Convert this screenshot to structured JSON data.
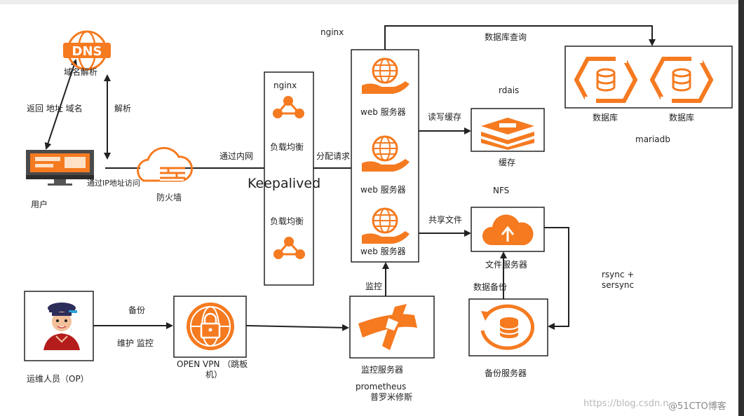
{
  "labels": {
    "dns_icon_text": "DNS",
    "dns_name": "域名解析",
    "return_address_domain": "返回  地址 域名",
    "resolve": "解析",
    "user": "用户",
    "via_ip": "通过IP地址访问",
    "firewall": "防火墙",
    "via_intranet": "通过内网",
    "nginx_lb_title": "nginx",
    "load_balance_1": "负载均衡",
    "keepalived": "Keepalived",
    "load_balance_2": "负载均衡",
    "distribute_requests": "分配请求",
    "nginx_web_title": "nginx",
    "web_server_1": "web 服务器",
    "web_server_2": "web 服务器",
    "web_server_3": "web 服务器",
    "db_query": "数据库查询",
    "db_1": "数据库",
    "db_2": "数据库",
    "mariadb": "mariadb",
    "redis_title": "rdais",
    "read_write_cache": "读写缓存",
    "cache": "缓存",
    "nfs_title": "NFS",
    "share_files": "共享文件",
    "file_server": "文件服务器",
    "data_backup": "数据备份",
    "rsync_sersync": "rsync +\nsersync",
    "backup_server": "备份服务器",
    "ops": "运维人员（OP）",
    "backup": "备份",
    "maintain_monitor": "维护 监控",
    "openvpn": "OPEN VPN （跳板\n机）",
    "monitor": "监控",
    "monitor_server": "监控服务器",
    "prometheus": "prometheus",
    "prometheus_cn": "普罗米修斯",
    "watermark": "https://blog.csdn.n",
    "watermark2": "@51CTO博客"
  },
  "colors": {
    "accent": "#f57a20",
    "line": "#222222",
    "box": "#222222"
  }
}
